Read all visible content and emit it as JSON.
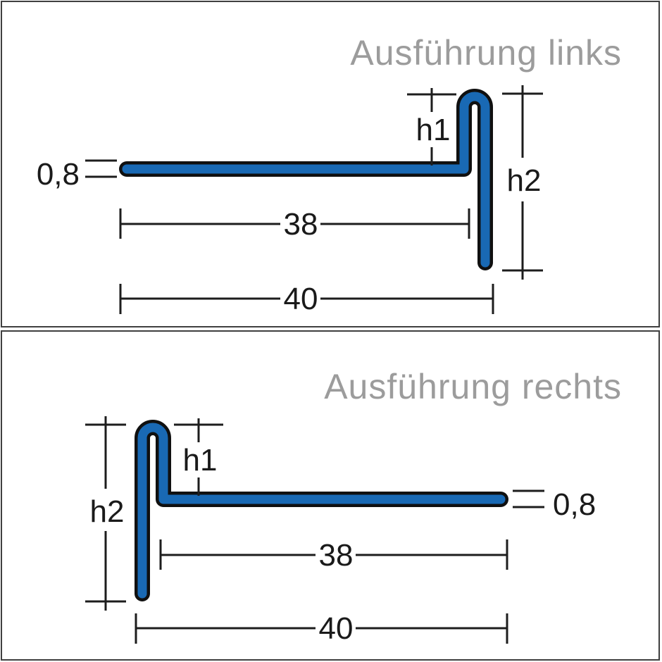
{
  "colors": {
    "profile_blue": "#1969b4",
    "profile_outline": "#101010",
    "dimension_line": "#1d1d1d",
    "title_gray": "#9c9c9c",
    "frame_gray": "#3f3f3f"
  },
  "panels": [
    {
      "title": "Ausführung links",
      "labels": {
        "thickness": "0,8",
        "h1": "h1",
        "h2": "h2",
        "inner_width": "38",
        "outer_width": "40"
      }
    },
    {
      "title": "Ausführung rechts",
      "labels": {
        "thickness": "0,8",
        "h1": "h1",
        "h2": "h2",
        "inner_width": "38",
        "outer_width": "40"
      }
    }
  ]
}
